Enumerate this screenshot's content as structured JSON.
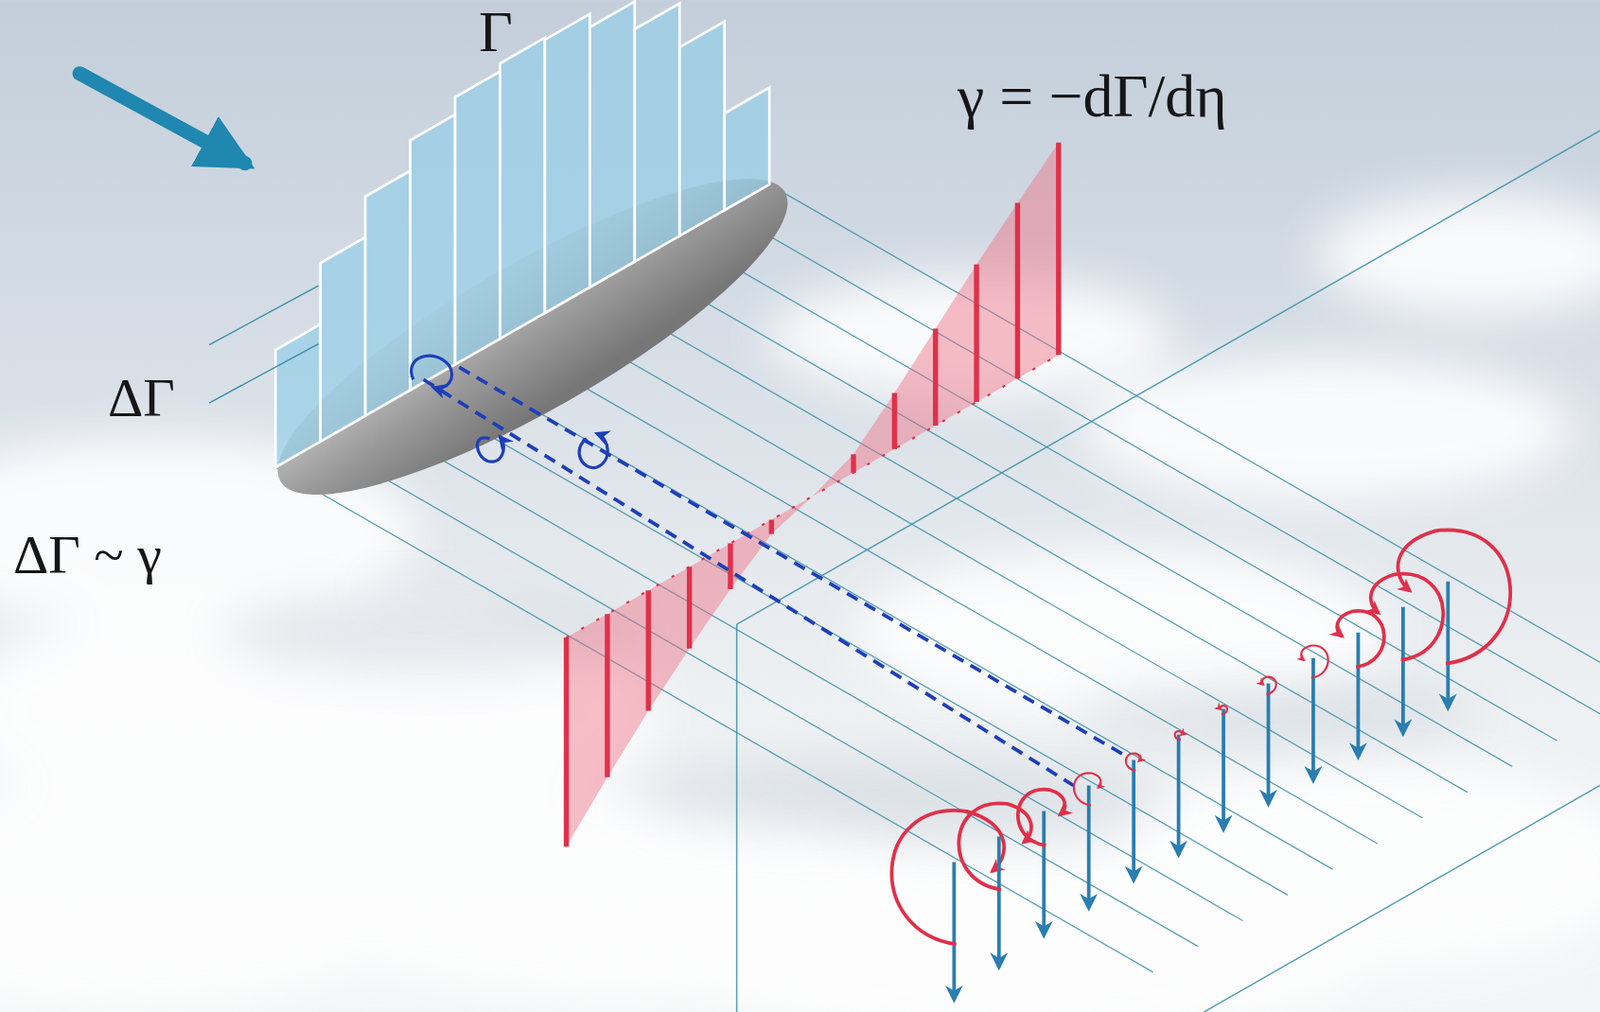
{
  "diagram": {
    "labels": [
      "Γ",
      "γ = −dΓ/dη",
      "ΔΓ",
      "ΔΓ ~ γ"
    ]
  }
}
